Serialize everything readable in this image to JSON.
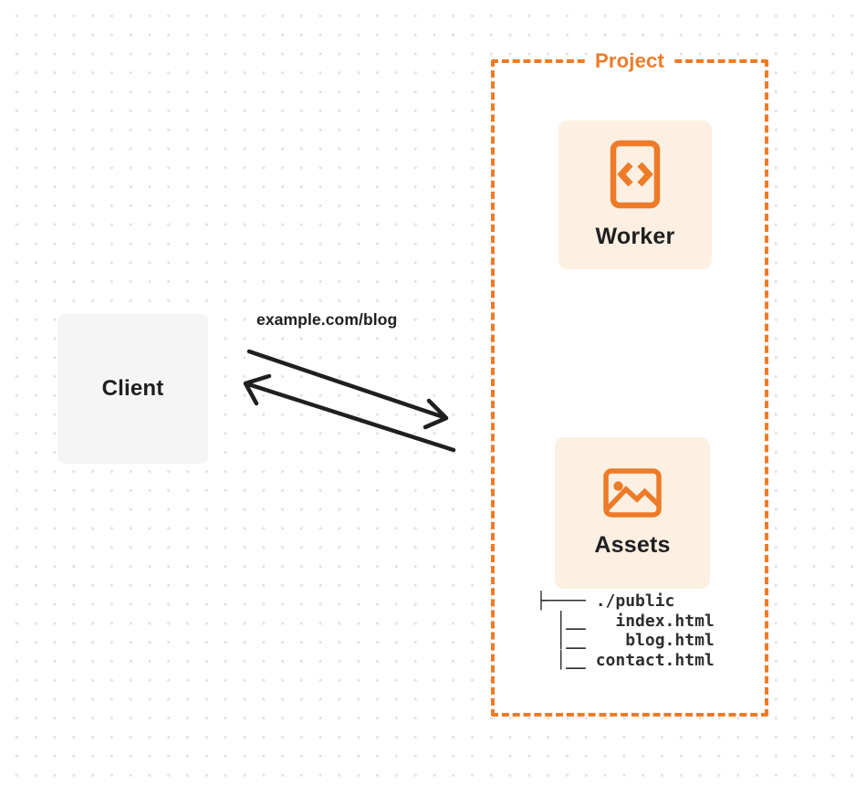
{
  "colors": {
    "accent": "#EE7B28",
    "card-bg": "#FCF0E2",
    "client-bg": "#F5F5F6",
    "ink": "#1F1F1F",
    "tree-ink": "#2E2E2E",
    "dot": "#E3E3E3"
  },
  "client": {
    "label": "Client"
  },
  "request": {
    "label": "example.com/blog"
  },
  "project": {
    "label": "Project",
    "worker": {
      "label": "Worker",
      "icon": "code-file-icon"
    },
    "assets": {
      "label": "Assets",
      "icon": "image-icon"
    },
    "file_tree": {
      "root": "./public",
      "files": [
        "index.html",
        "blog.html",
        "contact.html"
      ],
      "ascii": "  ├──── ./public\n    │__   index.html\n    │__    blog.html\n    │__ contact.html"
    }
  }
}
